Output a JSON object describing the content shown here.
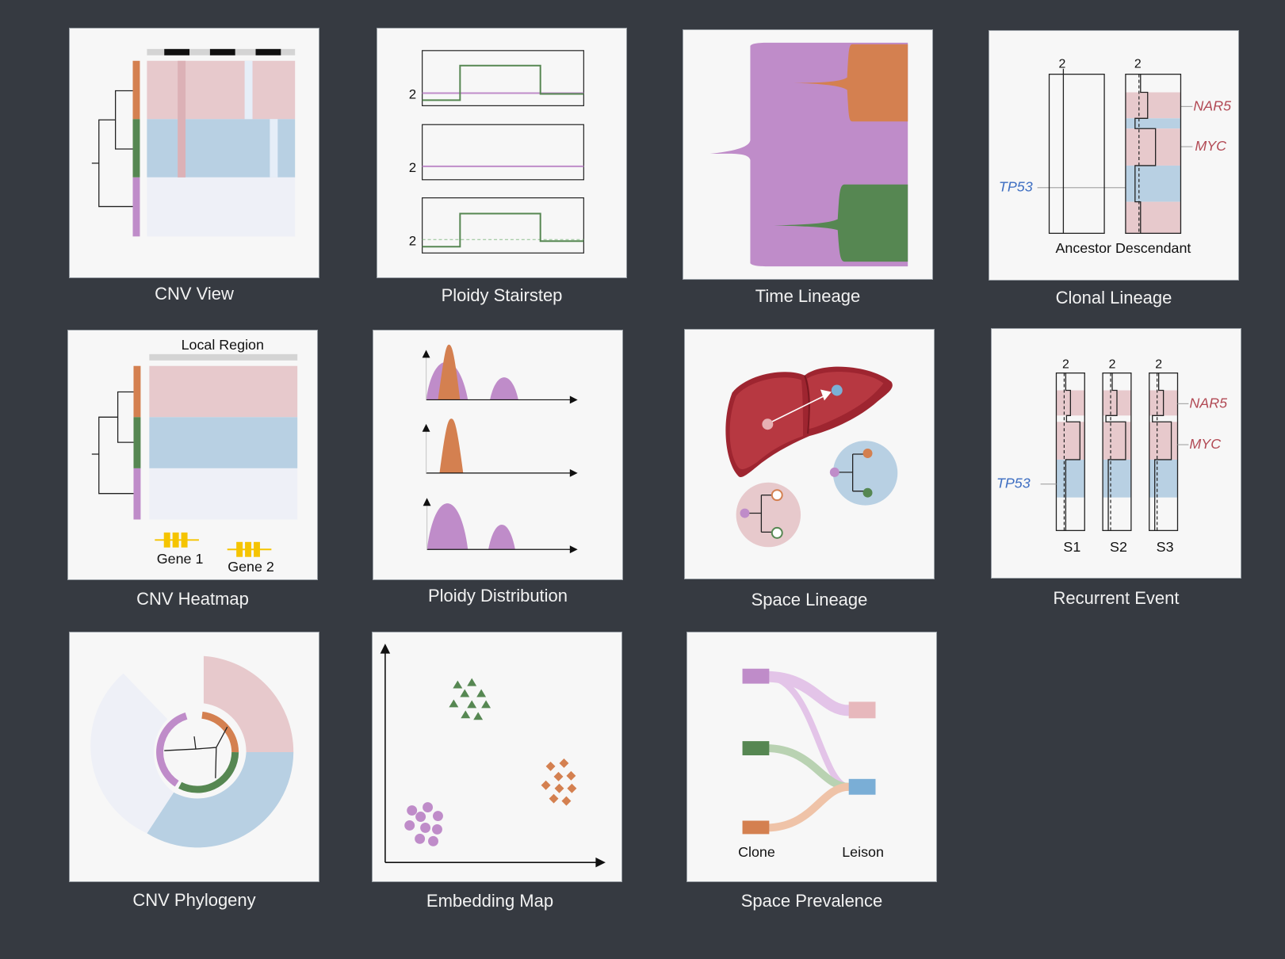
{
  "panels": {
    "cnv_view": {
      "caption": "CNV View"
    },
    "ploidy_stairstep": {
      "caption": "Ploidy Stairstep",
      "ploidy_labels": [
        "2",
        "2",
        "2"
      ]
    },
    "time_lineage": {
      "caption": "Time Lineage"
    },
    "clonal_lineage": {
      "caption": "Clonal Lineage",
      "ploidy_labels": [
        "2",
        "2"
      ],
      "genes": [
        "NAR5",
        "MYC",
        "TP53"
      ],
      "axis_label": "Ancestor Descendant"
    },
    "cnv_heatmap": {
      "caption": "CNV Heatmap",
      "region_label": "Local Region",
      "gene_labels": [
        "Gene 1",
        "Gene 2"
      ]
    },
    "ploidy_distribution": {
      "caption": "Ploidy Distribution"
    },
    "space_lineage": {
      "caption": "Space Lineage"
    },
    "recurrent_event": {
      "caption": "Recurrent Event",
      "ploidy_labels": [
        "2",
        "2",
        "2"
      ],
      "genes": [
        "NAR5",
        "MYC",
        "TP53"
      ],
      "samples": [
        "S1",
        "S2",
        "S3"
      ]
    },
    "cnv_phylogeny": {
      "caption": "CNV Phylogeny"
    },
    "embedding_map": {
      "caption": "Embedding Map"
    },
    "space_prevalence": {
      "caption": "Space Prevalence",
      "left_label": "Clone",
      "right_label": "Leison"
    }
  },
  "colors": {
    "background": "#363a41",
    "clone_orange": "#d48050",
    "clone_green": "#568752",
    "clone_purple": "#bf8cc9",
    "gain_pink": "#e7c9cc",
    "loss_blue": "#b8d0e3",
    "neutral_lavender": "#eef0f7",
    "gene_blue": "#3d6ec2",
    "gene_red": "#b24a55",
    "gene_marker_yellow": "#f5c400",
    "liver_red": "#9e2530"
  }
}
